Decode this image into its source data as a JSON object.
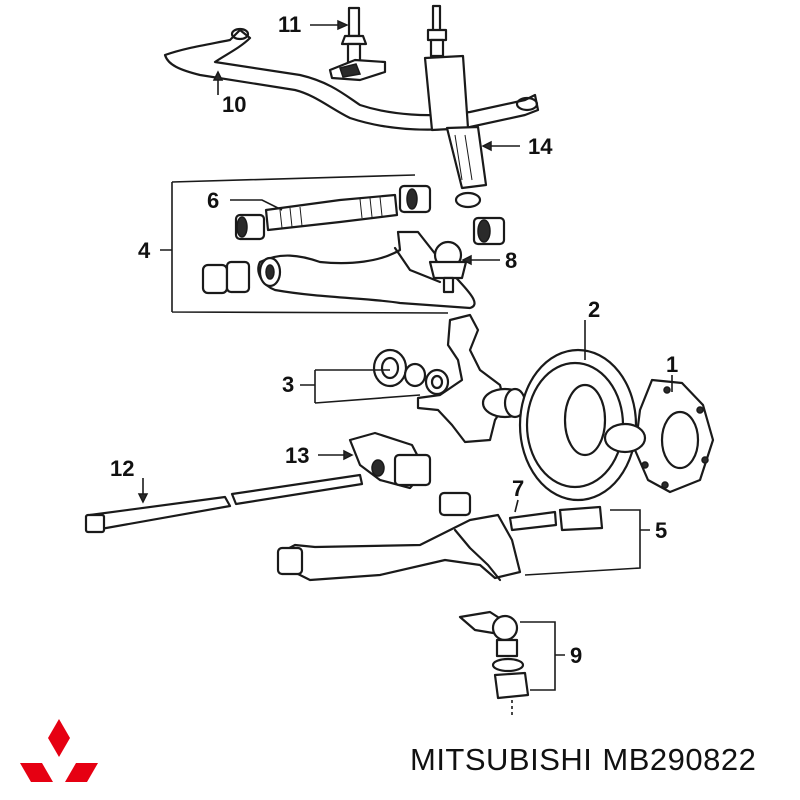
{
  "callouts": [
    {
      "id": "1",
      "label": "1"
    },
    {
      "id": "2",
      "label": "2"
    },
    {
      "id": "3",
      "label": "3"
    },
    {
      "id": "4",
      "label": "4"
    },
    {
      "id": "5",
      "label": "5"
    },
    {
      "id": "6",
      "label": "6"
    },
    {
      "id": "7",
      "label": "7"
    },
    {
      "id": "8",
      "label": "8"
    },
    {
      "id": "9",
      "label": "9"
    },
    {
      "id": "10",
      "label": "10"
    },
    {
      "id": "11",
      "label": "11"
    },
    {
      "id": "12",
      "label": "12"
    },
    {
      "id": "13",
      "label": "13"
    },
    {
      "id": "14",
      "label": "14"
    }
  ],
  "footer": {
    "brand": "MITSUBISHI",
    "part_number": "MB290822"
  },
  "logo": {
    "name": "mitsubishi-three-diamond-logo",
    "color": "#e60012"
  }
}
